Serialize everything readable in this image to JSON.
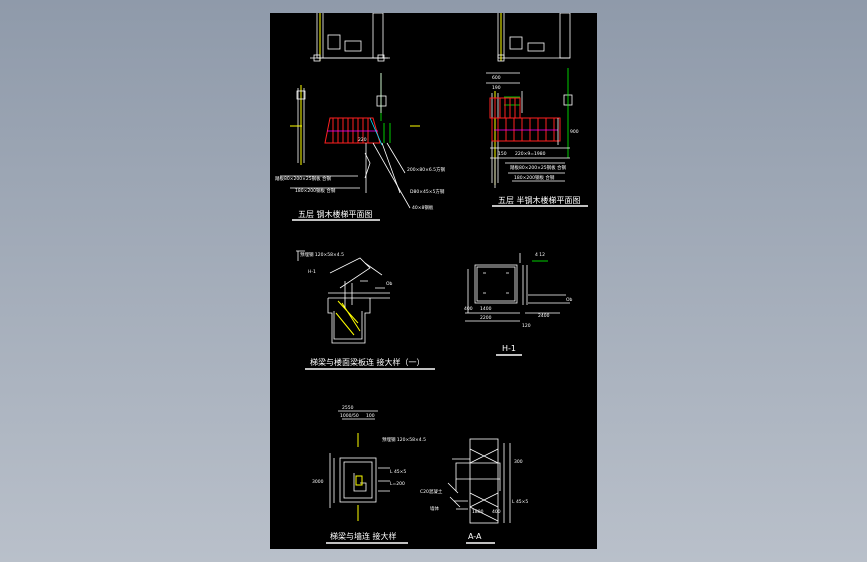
{
  "labels": {
    "title_plan5": "五层 钢木楼梯平面图",
    "title_plan5half": "五层 半钢木楼梯平面图",
    "title_beam_slab": "梯梁与楼面梁板连 接大样（一）",
    "title_beam_wall": "梯梁与墙连 接大样",
    "section_h1": "H-1",
    "section_a": "A-A",
    "plan_note_1": "踏板80×200×25钢板 合钢",
    "plan_note_2": "180×200钢板 合钢",
    "plan_note_3": "200×80×6.5方钢",
    "plan_note_4": "D80×45×5方钢",
    "plan_note_5": "40×8钢板",
    "dim_220": "220",
    "dim_190": "190",
    "dim_150": "150",
    "dim_600": "600",
    "dim_900": "900",
    "dim_row": "220×9=1980",
    "note_plate": "预埋钢 120×58×4.5",
    "note_plate2": "预埋钢 120×58×4.5",
    "note_h1": "H-1",
    "note_ob": "Ob",
    "note_l45": "L 45×5",
    "note_l20": "L=200",
    "note_conc": "C20混凝土",
    "note_wall": "墙体",
    "dim_2550": "2550",
    "dim_1000": "1000/50",
    "dim_100": "100",
    "dim_400": "400",
    "dim_1400": "1400",
    "dim_2200": "2200",
    "dim_2400": "2400",
    "dim_1800": "1800",
    "dim_4112": "4 12",
    "dim_120": "120",
    "dim_300": "300",
    "dim_3000": "3000"
  }
}
